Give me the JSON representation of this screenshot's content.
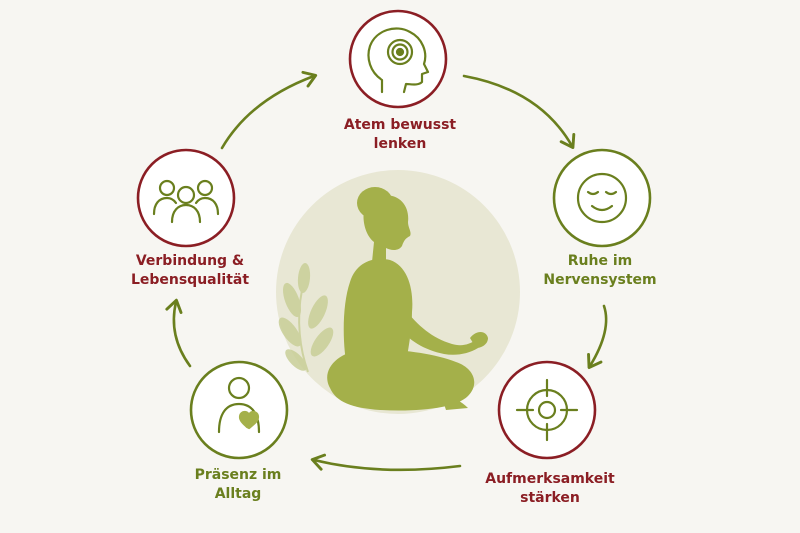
{
  "colors": {
    "background": "#f7f6f2",
    "red": "#8b1e24",
    "green": "#6a7f1e",
    "figure": "#a4b04a",
    "halo": "#e8e7d4"
  },
  "steps": [
    {
      "lines": [
        "Atem bewusst",
        "lenken"
      ],
      "icon": "head-spiral-icon",
      "color": "red"
    },
    {
      "lines": [
        "Ruhe im",
        "Nervensystem"
      ],
      "icon": "calm-face-icon",
      "color": "green"
    },
    {
      "lines": [
        "Aufmerksamkeit",
        "stärken"
      ],
      "icon": "target-crosshair-icon",
      "color": "red"
    },
    {
      "lines": [
        "Präsenz im",
        "Alltag"
      ],
      "icon": "person-heart-icon",
      "color": "green"
    },
    {
      "lines": [
        "Verbindung &",
        "Lebensqualität"
      ],
      "icon": "group-people-icon",
      "color": "red"
    }
  ],
  "center": {
    "icon": "meditating-woman-icon"
  }
}
